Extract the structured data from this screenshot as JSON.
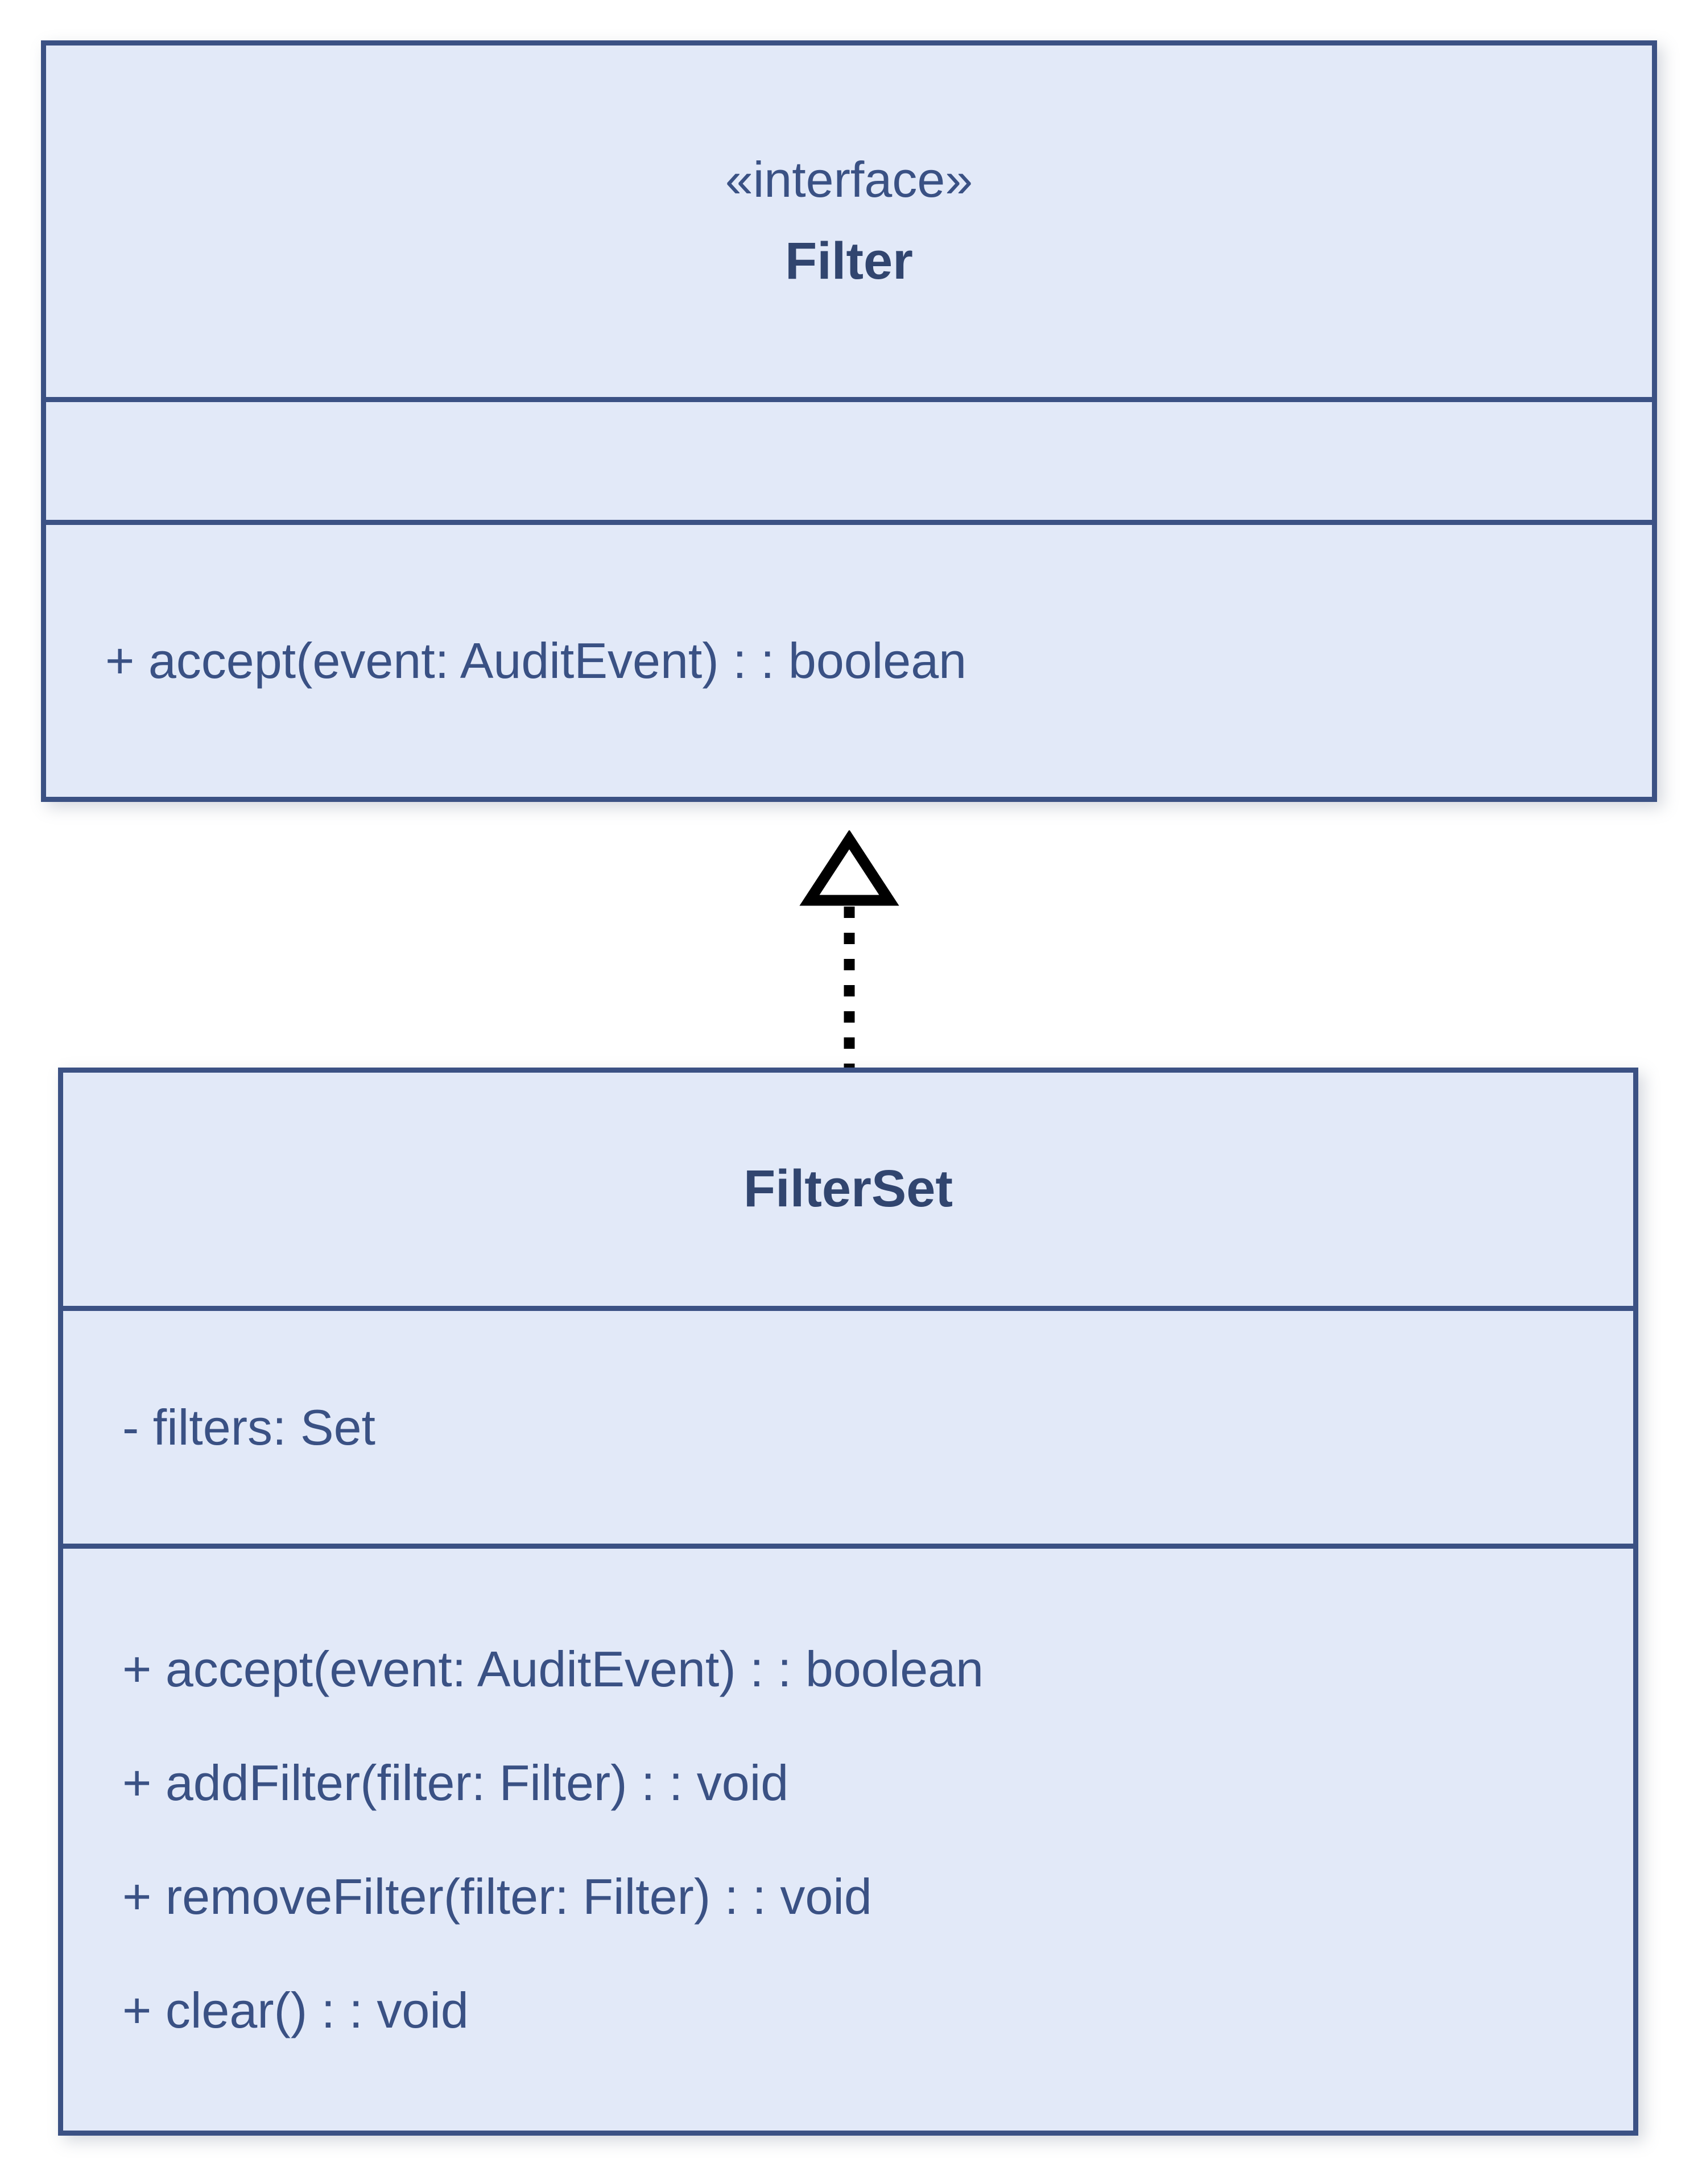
{
  "diagram": {
    "type": "uml-class-diagram",
    "background_color": "#ffffff",
    "box_fill_color": "#e2e9f8",
    "box_border_color": "#3b5184",
    "text_color": "#3a5184",
    "connector_color": "#000000",
    "classes": [
      {
        "id": "filter",
        "stereotype": "«interface»",
        "name": "Filter",
        "attributes": [],
        "methods": [
          "+ accept(event: AuditEvent) : : boolean"
        ]
      },
      {
        "id": "filterset",
        "stereotype": "",
        "name": "FilterSet",
        "attributes": [
          "- filters: Set"
        ],
        "methods": [
          "+ accept(event: AuditEvent) : : boolean",
          "+ addFilter(filter: Filter) : : void",
          "+ removeFilter(filter: Filter) : : void",
          "+ clear() : : void"
        ]
      }
    ],
    "relationships": [
      {
        "kind": "realization",
        "source": "filterset",
        "target": "filter",
        "line_style": "dashed",
        "arrowhead": "hollow-triangle",
        "label": ""
      }
    ]
  }
}
